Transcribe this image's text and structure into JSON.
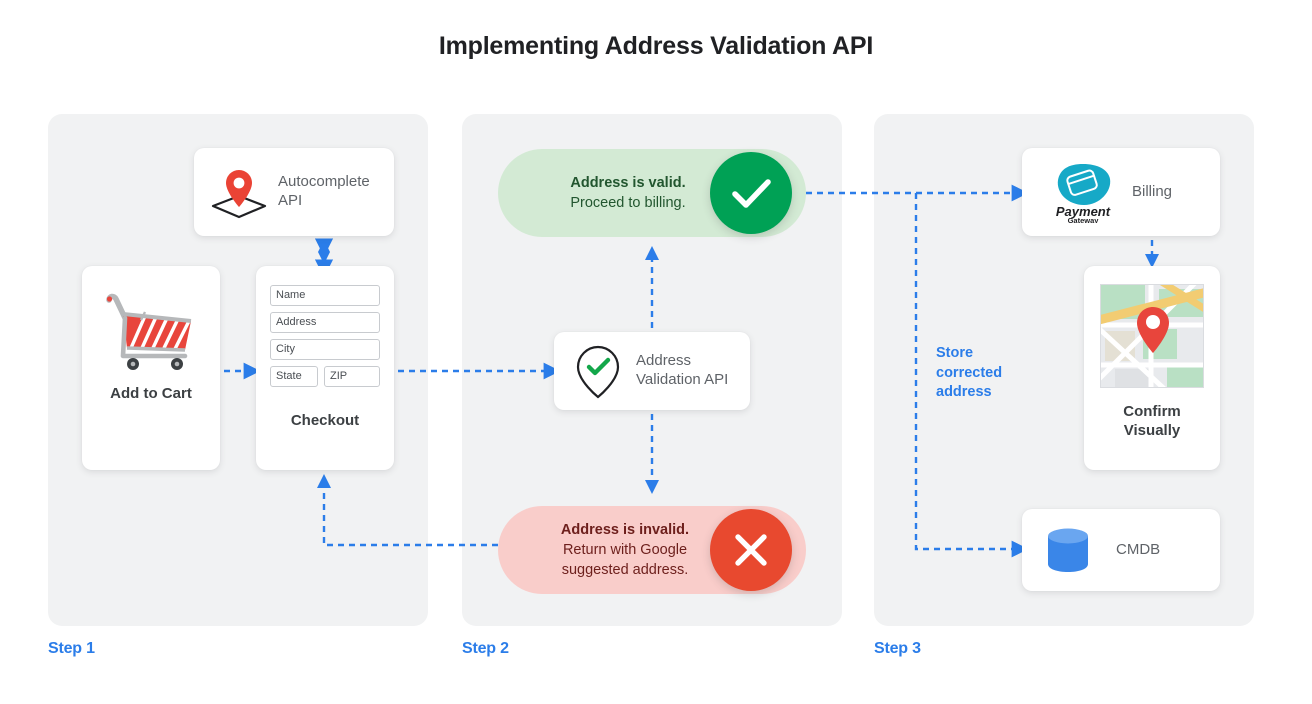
{
  "page": {
    "title": "Implementing Address Validation API",
    "background": "#ffffff"
  },
  "colors": {
    "panel_bg": "#f1f2f3",
    "accent_blue": "#2b7de9",
    "valid_pill_bg": "#d3ead4",
    "valid_circle": "#00a155",
    "valid_text": "#22562f",
    "invalid_pill_bg": "#f9cdca",
    "invalid_circle": "#e8492f",
    "invalid_text": "#6d1f1c",
    "card_bg": "#ffffff",
    "pin_red": "#e8453c",
    "payment_teal": "#16a9c7",
    "cmdb_blue": "#3a86e8"
  },
  "steps": [
    {
      "label": "Step 1"
    },
    {
      "label": "Step 2"
    },
    {
      "label": "Step 3"
    }
  ],
  "step1": {
    "autocomplete": {
      "label": "Autocomplete API",
      "icon": "map-pin-diamond-icon"
    },
    "cart": {
      "label": "Add to Cart",
      "icon": "shopping-cart-icon"
    },
    "checkout": {
      "label": "Checkout",
      "fields": [
        {
          "name": "name",
          "placeholder": "Name"
        },
        {
          "name": "address",
          "placeholder": "Address"
        },
        {
          "name": "city",
          "placeholder": "City"
        },
        {
          "name": "state",
          "placeholder": "State"
        },
        {
          "name": "zip",
          "placeholder": "ZIP"
        }
      ]
    }
  },
  "step2": {
    "valid": {
      "headline": "Address is valid.",
      "detail": "Proceed to billing.",
      "icon": "check-circle-icon"
    },
    "invalid": {
      "headline": "Address is invalid.",
      "detail_line1": "Return with Google",
      "detail_line2": "suggested address.",
      "icon": "x-circle-icon"
    },
    "validation_api": {
      "line1": "Address",
      "line2": "Validation API",
      "icon": "pin-check-icon"
    }
  },
  "step3": {
    "billing": {
      "label": "Billing",
      "logo_primary": "Payment",
      "logo_secondary": "Gateway",
      "icon": "payment-gateway-icon"
    },
    "confirm": {
      "line1": "Confirm",
      "line2": "Visually",
      "icon": "map-thumbnail-icon"
    },
    "cmdb": {
      "label": "CMDB",
      "icon": "database-icon"
    },
    "store_note": {
      "line1": "Store",
      "line2": "corrected",
      "line3": "address"
    }
  }
}
